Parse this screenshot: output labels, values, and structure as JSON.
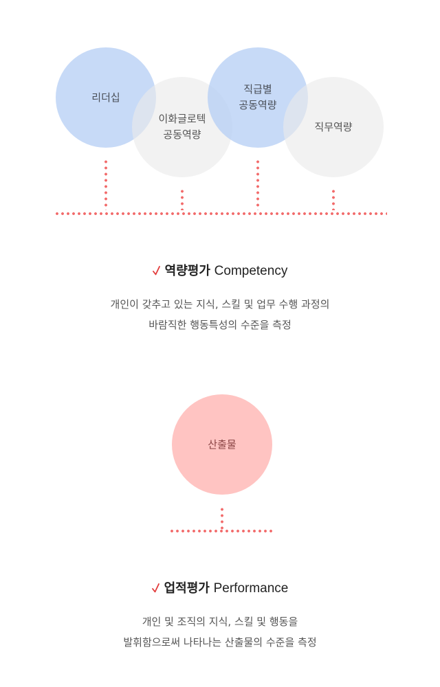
{
  "competency": {
    "circles": [
      {
        "label": "리더십",
        "color": "#b2ccf4"
      },
      {
        "label": "이화글로텍\n공동역량",
        "color": "#eaeaea"
      },
      {
        "label": "직급별\n공동역량",
        "color": "#b2ccf4"
      },
      {
        "label": "직무역량",
        "color": "#eaeaea"
      }
    ],
    "title_ko": "역량평가",
    "title_en": "Competency",
    "description": [
      "개인이 갖추고 있는 지식, 스킬 및 업무 수행 과정의",
      "바람직한 행동특성의 수준을 측정"
    ]
  },
  "performance": {
    "circle": {
      "label": "산출물",
      "color": "#ffc4c2"
    },
    "title_ko": "업적평가",
    "title_en": "Performance",
    "description": [
      "개인 및 조직의 지식, 스킬 및 행동을",
      "발휘함으로써 나타나는 산출물의 수준을 측정"
    ]
  },
  "accent_color": "#f26b6b",
  "icons": [
    "check-icon"
  ]
}
